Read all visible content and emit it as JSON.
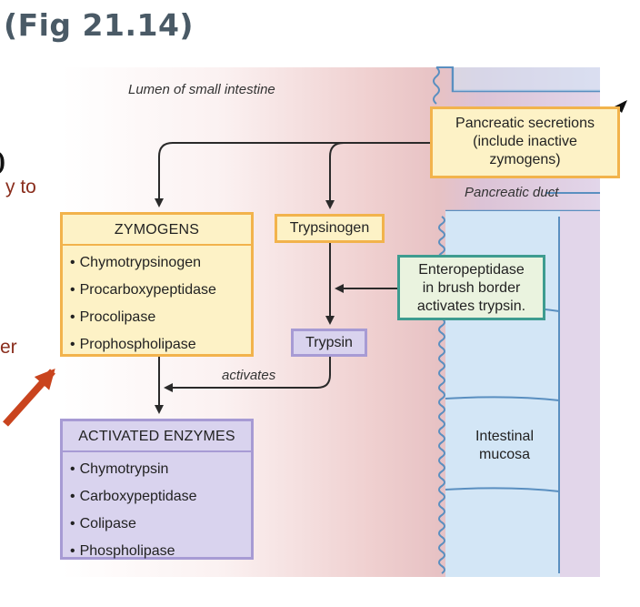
{
  "heading": "(Fig 21.14)",
  "fragments": {
    "left_paren": ")",
    "left_text_1": "y to",
    "left_text_2": "er"
  },
  "diagram": {
    "lumen_label": "Lumen of small intestine",
    "pancreatic_secretions": [
      "Pancreatic secretions",
      "(include inactive",
      "zymogens)"
    ],
    "pancreatic_duct_label": "Pancreatic duct",
    "zymogens": {
      "title": "ZYMOGENS",
      "items": [
        "Chymotrypsinogen",
        "Procarboxypeptidase",
        "Procolipase",
        "Prophospholipase"
      ]
    },
    "trypsinogen": "Trypsinogen",
    "trypsin": "Trypsin",
    "enteropeptidase": [
      "Enteropeptidase",
      "in brush border",
      "activates trypsin."
    ],
    "activates_label": "activates",
    "activated_enzymes": {
      "title": "ACTIVATED ENZYMES",
      "items": [
        "Chymotrypsin",
        "Carboxypeptidase",
        "Colipase",
        "Phospholipase"
      ]
    },
    "mucosa_label": [
      "Intestinal",
      "mucosa"
    ]
  },
  "colors": {
    "yellow_fill": "#fdf2c6",
    "yellow_border": "#f2b34c",
    "purple_fill": "#d9d3ee",
    "purple_border": "#a79bd4",
    "teal_border": "#3e9c90",
    "pointer_arrow": "#c9441e",
    "mucosa_fill": "#d3e6f6",
    "mucosa_border": "#5a8fc0"
  }
}
